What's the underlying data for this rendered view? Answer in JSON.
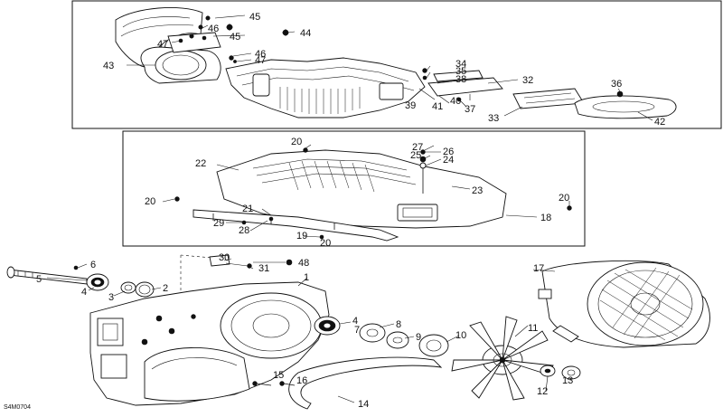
{
  "diagram": {
    "code": "S4M0704",
    "callouts": [
      "1",
      "2",
      "3",
      "4",
      "5",
      "6",
      "7",
      "8",
      "9",
      "10",
      "11",
      "12",
      "13",
      "14",
      "15",
      "16",
      "17",
      "18",
      "19",
      "20",
      "21",
      "22",
      "23",
      "24",
      "25",
      "26",
      "27",
      "28",
      "29",
      "30",
      "31",
      "32",
      "33",
      "34",
      "35",
      "36",
      "37",
      "38",
      "39",
      "40",
      "41",
      "42",
      "43",
      "44",
      "45",
      "46",
      "47",
      "48"
    ]
  }
}
